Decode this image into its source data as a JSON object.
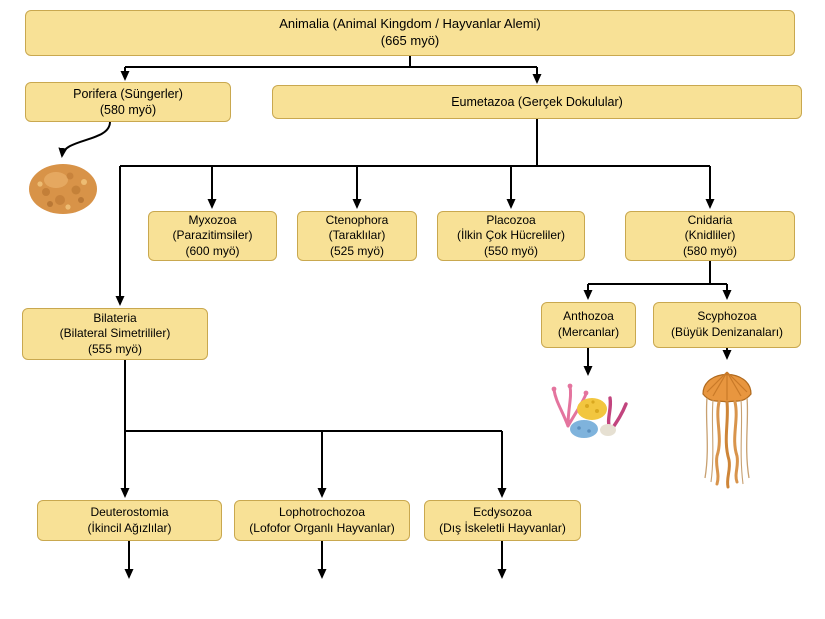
{
  "diagram": {
    "nodes": {
      "animalia": {
        "lines": [
          "Animalia (Animal Kingdom / Hayvanlar Alemi)",
          "(665 myö)"
        ]
      },
      "porifera": {
        "lines": [
          "Porifera (Süngerler)",
          "(580 myö)"
        ]
      },
      "eumetazoa": {
        "lines": [
          "Eumetazoa (Gerçek Dokulular)"
        ]
      },
      "myxozoa": {
        "lines": [
          "Myxozoa",
          "(Parazitimsiler)",
          "(600 myö)"
        ]
      },
      "ctenophora": {
        "lines": [
          "Ctenophora",
          "(Taraklılar)",
          "(525 myö)"
        ]
      },
      "placozoa": {
        "lines": [
          "Placozoa",
          "(İlkin Çok Hücreliler)",
          "(550 myö)"
        ]
      },
      "cnidaria": {
        "lines": [
          "Cnidaria",
          "(Knidliler)",
          "(580 myö)"
        ]
      },
      "bilateria": {
        "lines": [
          "Bilateria",
          "(Bilateral Simetrililer)",
          "(555 myö)"
        ]
      },
      "anthozoa": {
        "lines": [
          "Anthozoa",
          "(Mercanlar)"
        ]
      },
      "scyphozoa": {
        "lines": [
          "Scyphozoa",
          "(Büyük Denizanaları)"
        ]
      },
      "deuterostomia": {
        "lines": [
          "Deuterostomia",
          "(İkincil Ağızlılar)"
        ]
      },
      "lophotrochozoa": {
        "lines": [
          "Lophotrochozoa",
          "(Lofofor Organlı Hayvanlar)"
        ]
      },
      "ecdysozoa": {
        "lines": [
          "Ecdysozoa",
          "(Dış İskeletli Hayvanlar)"
        ]
      }
    },
    "images": {
      "sponge": "sponge-example",
      "coral": "coral-example",
      "jellyfish": "jellyfish-example"
    },
    "colors": {
      "box_fill": "#F8E196",
      "box_border": "#C9A84F",
      "connector": "#000000"
    }
  }
}
